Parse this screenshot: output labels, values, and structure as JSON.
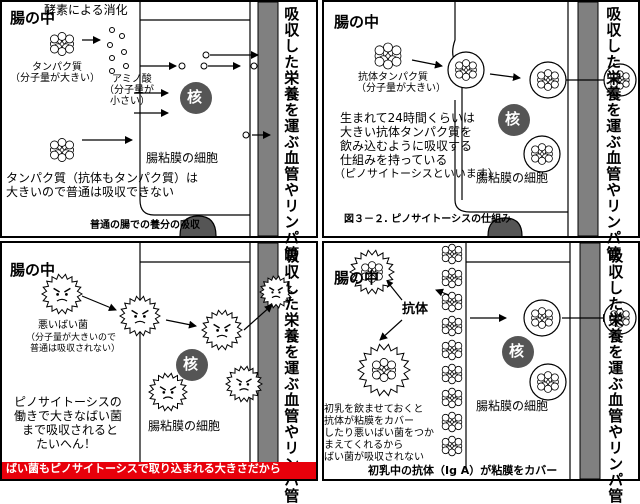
{
  "panel1": {
    "gut": "腸の中",
    "enzyme": "酵素による消化",
    "protein": "タンパク質",
    "protein_sub": "（分子量が大きい）",
    "amino": "アミノ酸",
    "amino_sub1": "（分子量が",
    "amino_sub2": "小さい）",
    "nucleus": "核",
    "cell": "腸粘膜の細胞",
    "note1": "タンパク質（抗体もタンパク質）は",
    "note2": "大きいので普通は吸収できない",
    "absorbed": "吸収した栄養を運ぶ血管やリンパ管",
    "caption": "普通の腸での養分の吸収"
  },
  "panel2": {
    "gut": "腸の中",
    "antibody": "抗体タンパク質",
    "antibody_sub": "（分子量が大きい）",
    "desc1": "生まれて24時間くらいは",
    "desc2": "大きい抗体タンパク質を",
    "desc3": "飲み込むように吸収する",
    "desc4": "仕組みを持っている",
    "desc5": "（ピノサイトーシスといいます）",
    "nucleus": "核",
    "cell": "腸粘膜の細胞",
    "absorbed": "吸収した栄養を運ぶ血管やリンパ管",
    "caption": "図３－２. ピノサイトーシスの仕組み"
  },
  "panel3": {
    "gut": "腸の中",
    "bad": "悪いばい菌",
    "bad_sub1": "（分子量が大きいので",
    "bad_sub2": "普通は吸収されない）",
    "nucleus": "核",
    "cell": "腸粘膜の細胞",
    "warn1": "ピノサイトーシスの",
    "warn2": "働きで大きなばい菌",
    "warn3": "まで吸収されると",
    "warn4": "たいへん！",
    "absorbed": "吸収した栄養を運ぶ血管やリンパ管",
    "caption": "ばい菌もピノサイトーシスで取り込まれる大きさだから"
  },
  "panel4": {
    "gut": "腸の中",
    "antibody": "抗体",
    "nucleus": "核",
    "cell": "腸粘膜の細胞",
    "note1": "初乳を飲ませておくと",
    "note2": "抗体が粘膜をカバー",
    "note3": "したり悪いばい菌をつか",
    "note4": "まえてくれるから",
    "note5": "ばい菌が吸収されない",
    "absorbed": "吸収した栄養を運ぶ血管やリンパ管",
    "caption": "初乳中の抗体（Ig A）が粘膜をカバー"
  },
  "colors": {
    "vessel": "#808080",
    "nucleus": "#555555",
    "caption_red": "#e8000b"
  }
}
